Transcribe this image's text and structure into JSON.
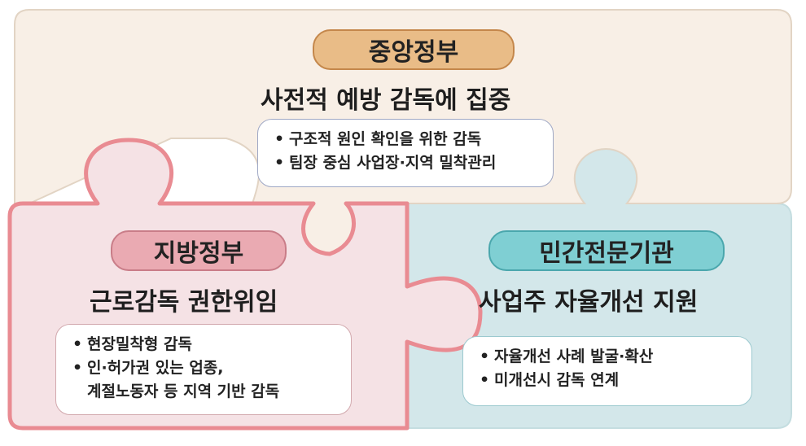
{
  "central": {
    "title": "중앙정부",
    "subtitle": "사전적 예방 감독에 집중",
    "items": [
      "구조적 원인 확인을 위한 감독",
      "팀장 중심 사업장·지역 밀착관리"
    ]
  },
  "local": {
    "title": "지방정부",
    "subtitle": "근로감독 권한위임",
    "items": [
      "현장밀착형 감독",
      "인·허가권 있는 업종,"
    ],
    "item2_cont": "계절노동자 등 지역 기반 감독"
  },
  "private": {
    "title": "민간전문기관",
    "subtitle": "사업주 자율개선 지원",
    "items": [
      "자율개선 사례 발굴·확산",
      "미개선시 감독 연계"
    ]
  },
  "bullet": "•",
  "colors": {
    "central_fill": "#f8efe6",
    "central_border": "#e2d4c4",
    "local_fill": "#f5e2e5",
    "local_border": "#e98b92",
    "private_fill": "#d3e7ea",
    "private_border": "#c4dde0",
    "central_pill": "#e9bc87",
    "local_pill": "#eaaab2",
    "private_pill": "#7fcfd3"
  }
}
